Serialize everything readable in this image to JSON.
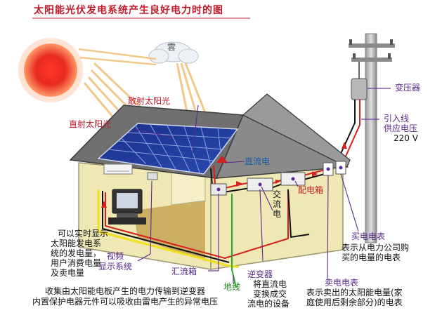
{
  "title": "太阳能光伏发电系统产生良好电力时的图",
  "labels": {
    "cloud_glyph": "雲",
    "scattered_sunlight": "散射太阳光",
    "direct_sunlight": "直射太阳光",
    "transformer": "变压器",
    "service_line_1": "引入线",
    "service_line_2": "供应电压",
    "service_line_3": "220 V",
    "dc": "直流电",
    "distribution_box": "配电箱",
    "ac_1": "交",
    "ac_2": "流",
    "ac_3": "电",
    "display_desc": [
      "可以实时显示",
      "太阳能发电系",
      "统的发电量，",
      "用户消费电量",
      "及卖电量"
    ],
    "video_display_1": "视频",
    "video_display_2": "显示系统",
    "combiner_box": "汇流箱",
    "ground_wire": "地线",
    "inverter": "逆变器",
    "inverter_desc": [
      "将直流电",
      "变换成交",
      "流电的设备"
    ],
    "combiner_desc": [
      "收集由太阳能电板产生的电力传输到逆变器",
      "内置保护电器元件可以吸收由雷电产生的异常电压"
    ],
    "buy_meter": "买电电表",
    "buy_meter_desc": [
      "表示从电力公司购",
      "买的电量的电表"
    ],
    "sell_meter": "卖电电表",
    "sell_meter_desc": [
      "表示卖出的太阳能电量(家",
      "庭使用后剩余部分)的电表"
    ]
  },
  "colors": {
    "title": "#c01a2a",
    "sun": "#e8281e",
    "panel": "#1a3a9a",
    "wall": "#efe7b4",
    "roof": "#6c6c6c",
    "wire_red": "#d42020",
    "wire_yellow": "#f0e020",
    "wire_green": "#2aaa2a",
    "label_red": "#c0182a",
    "label_purple": "#5a2a8a",
    "label_blue": "#1a5aa8"
  }
}
